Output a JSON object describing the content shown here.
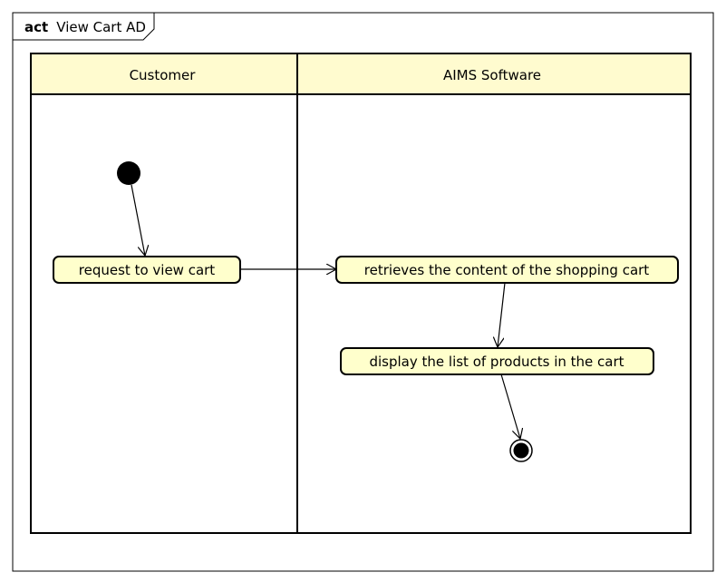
{
  "frame": {
    "keyword": "act",
    "name": "View Cart AD"
  },
  "lanes": [
    {
      "title": "Customer"
    },
    {
      "title": "AIMS Software"
    }
  ],
  "actions": [
    {
      "label": "request to view cart"
    },
    {
      "label": "retrieves the content of the shopping cart"
    },
    {
      "label": "display the list of products in the cart"
    }
  ],
  "colors": {
    "header_fill": "#fffbcf",
    "action_fill": "#ffffcc",
    "stroke": "#000000",
    "background": "#ffffff"
  }
}
